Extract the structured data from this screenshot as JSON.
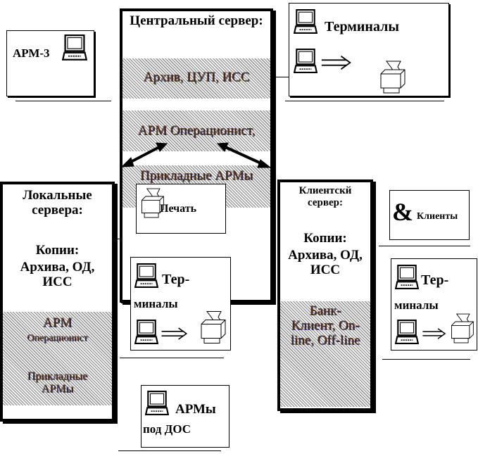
{
  "arm3": {
    "label": "АРМ-3"
  },
  "central_server": {
    "title": "Центральный сервер:",
    "band1": "Архив, ЦУП, ИСС",
    "band2": "АРМ Операционист,",
    "band3": "Прикладные АРМы"
  },
  "print_box": {
    "label": "Печать"
  },
  "terminals_top": {
    "label": "Терминалы"
  },
  "local_servers": {
    "title": "Локальные сервера:",
    "copies_title": "Копии:",
    "copies": "Архива, ОД, ИСС",
    "band_line1": "АРМ",
    "band_line2": "Операционист",
    "band_line3": "Прикладные АРМы"
  },
  "terminals_mid": {
    "line1": "Тер-",
    "line2": "миналы"
  },
  "arm_dos": {
    "line1": "АРМы",
    "line2": "под ДОС"
  },
  "client_server": {
    "title": "Клиентскй сервер:",
    "copies_title": "Копии:",
    "copies": "Архива, ОД, ИСС",
    "band": "Банк-Клиент, On-line, Off-line"
  },
  "clients_box": {
    "symbol": "&",
    "label": "Клиенты"
  },
  "terminals_right": {
    "line1": "Тер-",
    "line2": "миналы"
  }
}
